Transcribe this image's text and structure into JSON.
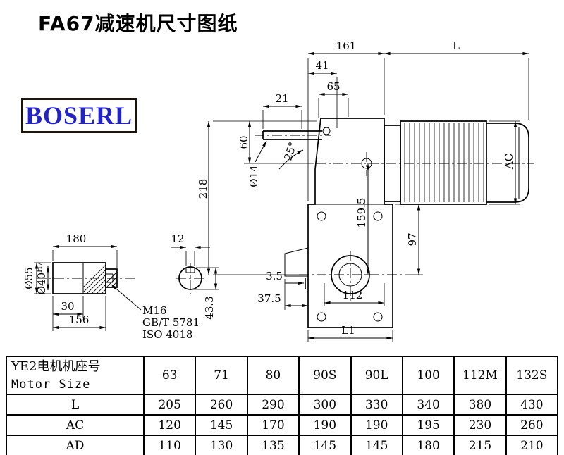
{
  "page": {
    "title": "FA67减速机尺寸图纸"
  },
  "logo": {
    "text": "BOSERL"
  },
  "drawing": {
    "top_dims": {
      "d161": "161",
      "L": "L",
      "d41": "41",
      "d65": "65",
      "d21": "21"
    },
    "left_dims": {
      "d218": "218",
      "d60": "60",
      "dia14": "Ø14",
      "angle": "25°"
    },
    "mid_dims": {
      "d159_5": "159.5",
      "d97": "97",
      "AC": "AC"
    },
    "bottom_dims": {
      "d3_5": "3.5",
      "d37_5": "37.5",
      "d112": "112",
      "L1": "L1"
    },
    "shaft_detail": {
      "d180": "180",
      "d12": "12",
      "dia55": "Ø55",
      "dia40_base": "Ø40",
      "dia40_sup": "H7",
      "d30": "30",
      "d156": "156",
      "d43_3": "43.3",
      "thread": "M16",
      "std1": "GB/T 5781",
      "std2": "ISO 4018"
    }
  },
  "table": {
    "header_col": {
      "line1": "YE2电机机座号",
      "line2": "Motor Size"
    },
    "motor_sizes": [
      "63",
      "71",
      "80",
      "90S",
      "90L",
      "100",
      "112M",
      "132S"
    ],
    "rows": [
      {
        "label": "L",
        "values": [
          "205",
          "260",
          "290",
          "300",
          "330",
          "340",
          "380",
          "430"
        ]
      },
      {
        "label": "AC",
        "values": [
          "120",
          "145",
          "170",
          "190",
          "190",
          "195",
          "230",
          "260"
        ]
      },
      {
        "label": "AD",
        "values": [
          "110",
          "130",
          "135",
          "145",
          "145",
          "180",
          "215",
          "210"
        ]
      }
    ]
  }
}
